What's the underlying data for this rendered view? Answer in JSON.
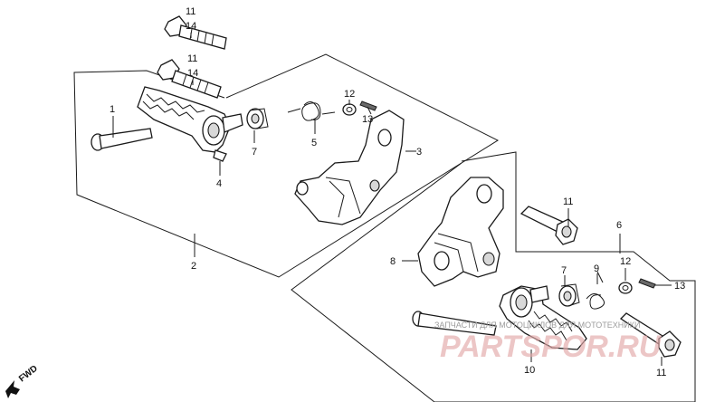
{
  "callouts": {
    "c1": "1",
    "c2": "2",
    "c3": "3",
    "c4": "4",
    "c5": "5",
    "c6": "6",
    "c7a": "7",
    "c7b": "7",
    "c8": "8",
    "c9": "9",
    "c10": "10",
    "c11a": "11",
    "c14a": "14",
    "c11b": "11",
    "c14b": "14",
    "c11c": "11",
    "c11d": "11",
    "c12a": "12",
    "c12b": "12",
    "c13a": "13",
    "c13b": "13"
  },
  "watermark": {
    "text": "ЗАПЧАСТИ ДЛЯ МОТОЦИКЛОВ ДЛЯ МОТОТЕХНИКИ",
    "logo": "PARTSPOR.RU"
  },
  "direction": {
    "label": "FWD",
    "icon": "forward-arrow-icon"
  }
}
